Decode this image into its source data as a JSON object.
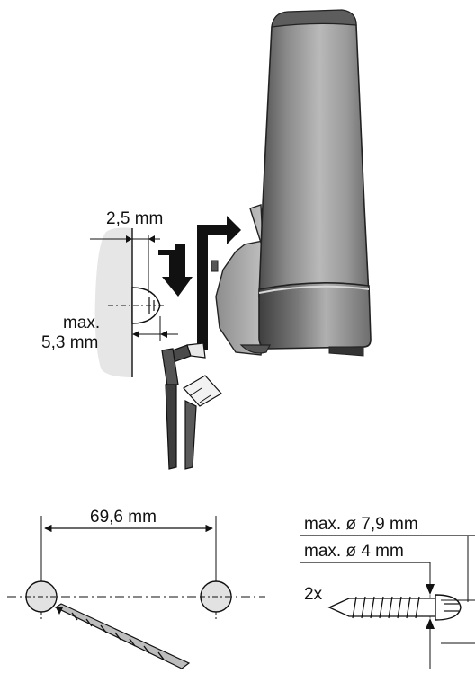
{
  "labels": {
    "wall_depth": "2,5 mm",
    "max_line1": "max.",
    "max_line2": "5,3 mm",
    "hole_spacing": "69,6 mm",
    "head_diameter": "max. ø 7,9 mm",
    "shank_diameter": "max. ø 4 mm",
    "quantity": "2x"
  },
  "colors": {
    "device_gray": "#8e8e8e",
    "device_dark": "#4a4a4a",
    "wall_fill": "#e6e6e6",
    "line": "#111111"
  }
}
